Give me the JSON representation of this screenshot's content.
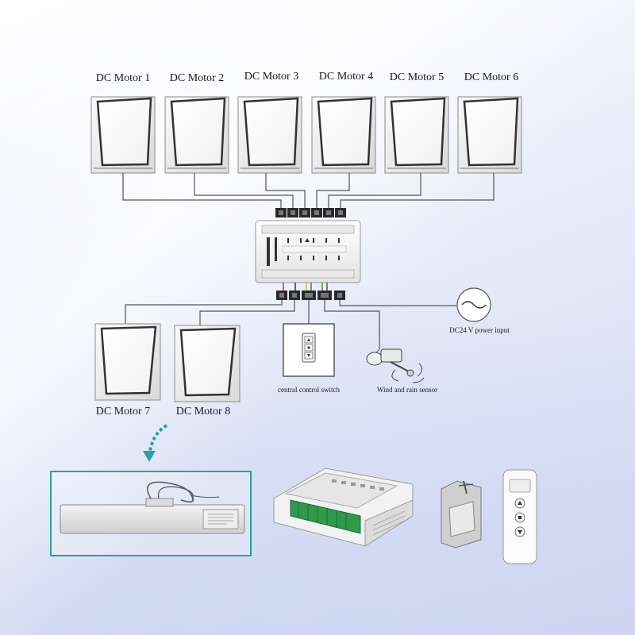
{
  "top_motors": [
    {
      "label": "DC Motor 1"
    },
    {
      "label": "DC Motor 2"
    },
    {
      "label": "DC Motor 3"
    },
    {
      "label": "DC Motor 4"
    },
    {
      "label": "DC Motor 5"
    },
    {
      "label": "DC Motor 6"
    }
  ],
  "bottom_motors": [
    {
      "label": "DC Motor 7"
    },
    {
      "label": "DC Motor 8"
    }
  ],
  "devices": {
    "switch_label": "central control switch",
    "sensor_label": "Wind and rain sensor",
    "power_label": "DC24 V power input"
  },
  "colors": {
    "line": "#555555",
    "terminal": "#2a2a2a",
    "highlight_frame": "#2aa39a",
    "arrow": "#2aa0a8"
  }
}
